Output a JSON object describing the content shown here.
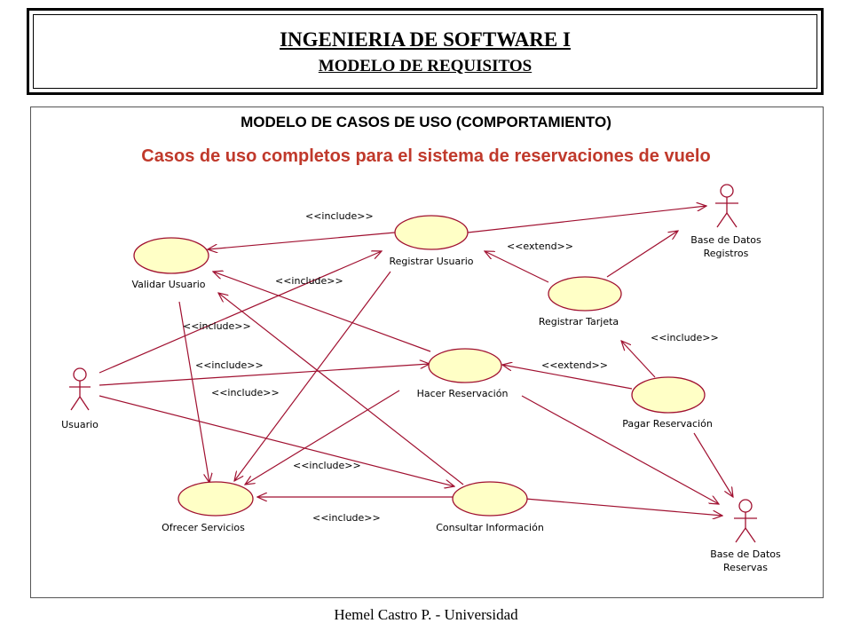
{
  "header": {
    "title": "INGENIERIA DE SOFTWARE I",
    "subtitle": "MODELO DE REQUISITOS"
  },
  "section": {
    "title": "MODELO DE CASOS DE USO (COMPORTAMIENTO)",
    "subtitle": "Casos de uso completos para el sistema de reservaciones de vuelo",
    "subtitle_color": "#c0392b"
  },
  "diagram": {
    "actors": {
      "usuario": "Usuario",
      "bd_registros_line1": "Base de Datos",
      "bd_registros_line2": "Registros",
      "bd_reservas_line1": "Base de Datos",
      "bd_reservas_line2": "Reservas"
    },
    "use_cases": {
      "validar_usuario": "Validar Usuario",
      "registrar_usuario": "Registrar Usuario",
      "registrar_tarjeta": "Registrar Tarjeta",
      "hacer_reservacion": "Hacer Reservación",
      "pagar_reservacion": "Pagar Reservación",
      "ofrecer_servicios": "Ofrecer Servicios",
      "consultar_informacion": "Consultar Información"
    },
    "stereotypes": {
      "include": "<<include>>",
      "extend": "<<extend>>"
    },
    "colors": {
      "usecase_fill": "#ffffc6",
      "usecase_stroke": "#a01030",
      "relation_stroke": "#a01030"
    }
  },
  "footer": {
    "text": "Hemel Castro P. - Universidad"
  }
}
